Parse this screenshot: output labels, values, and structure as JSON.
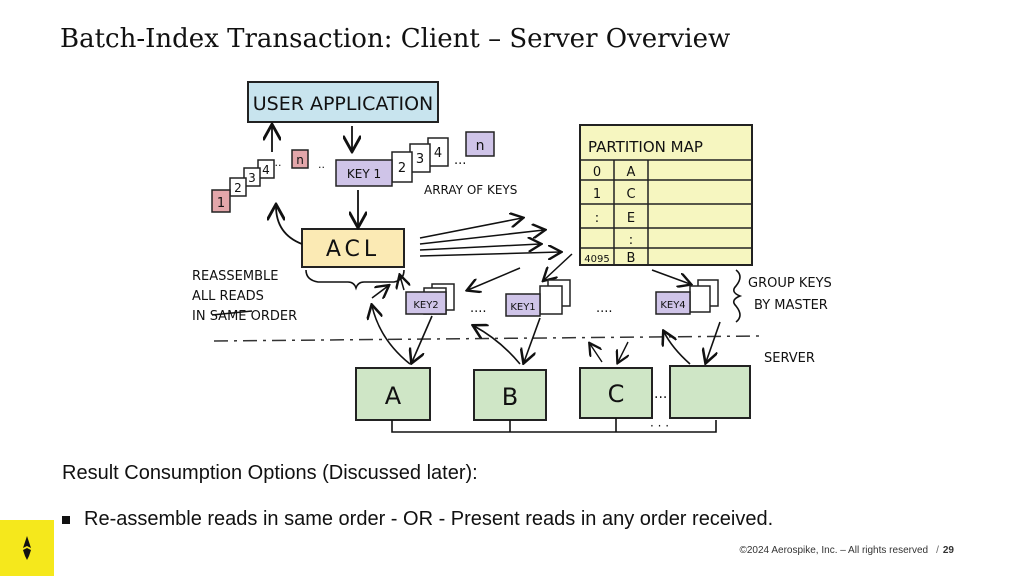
{
  "slide": {
    "title": "Batch-Index Transaction: Client – Server Overview",
    "subheading": "Result Consumption Options (Discussed later):",
    "bullet": "Re-assemble reads in same order  -  OR  - Present reads in any order received.",
    "footer": {
      "copyright": "©2024 Aerospike, Inc. – All rights reserved",
      "separator": "/",
      "page_number": "29"
    }
  },
  "diagram": {
    "user_application_label": "USER APPLICATION",
    "acl_label": "ACL",
    "key_array": {
      "first_key": "KEY 1",
      "items": [
        "2",
        "3",
        "4"
      ],
      "ellipsis": "...",
      "last": "n"
    },
    "result_array": {
      "items": [
        "1",
        "2",
        "3",
        "4"
      ],
      "ellipsis": "..",
      "last": "n",
      "trail": ".."
    },
    "array_of_keys_label": "ARRAY OF KEYS",
    "reassemble_label": [
      "REASSEMBLE",
      "ALL READS",
      "IN SAME ORDER"
    ],
    "group_keys_label": [
      "GROUP KEYS",
      "BY MASTER"
    ],
    "server_label": "SERVER",
    "partition_map": {
      "title": "PARTITION MAP",
      "rows": [
        {
          "partition": "0",
          "node": "A"
        },
        {
          "partition": "1",
          "node": "C"
        },
        {
          "partition": ":",
          "node": "E"
        },
        {
          "partition": "",
          "node": ":"
        },
        {
          "partition": "4095",
          "node": "B"
        }
      ]
    },
    "key_groups": [
      "KEY2",
      "KEY1",
      "KEY4"
    ],
    "group_dots": [
      "....",
      "...."
    ],
    "nodes": [
      "A",
      "B",
      "C",
      ""
    ],
    "node_ellipsis": "...",
    "bus_ellipsis": "· · ·",
    "colors": {
      "user_app": "#c8e4ee",
      "acl": "#fbeab4",
      "key_card": "#cfc4e8",
      "result_card": "#e3a6aa",
      "partition_map": "#f6f6c0",
      "node": "#cfe6c6"
    }
  }
}
